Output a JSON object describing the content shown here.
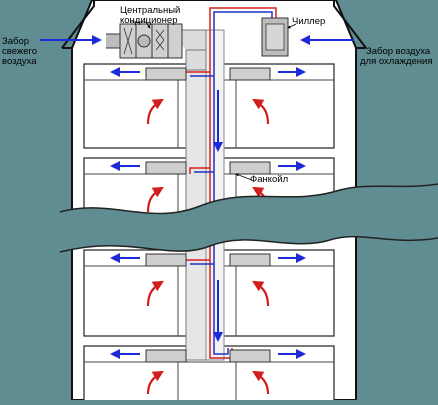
{
  "labels": {
    "central_ac": [
      "Центральный",
      "кондиционер"
    ],
    "chiller": "Чиллер",
    "fan_coil": "Фанкойл",
    "fresh_air_intake": [
      "Забор",
      "свежего",
      "воздуха"
    ],
    "cooling_air_intake": [
      "Забор воздуха",
      "для охлаждения"
    ]
  },
  "colors": {
    "background": "#5f8d92",
    "building_fill": "#ffffff",
    "shaft_fill": "#e6e6e6",
    "blue_arrow": "#1b2bdc",
    "red_arrow": "#d41c1c",
    "supply_pipe": "#d42020",
    "return_pipe": "#2030c8"
  },
  "icons": [
    "air-blue-arrow",
    "air-red-arrow",
    "fan-icon"
  ]
}
